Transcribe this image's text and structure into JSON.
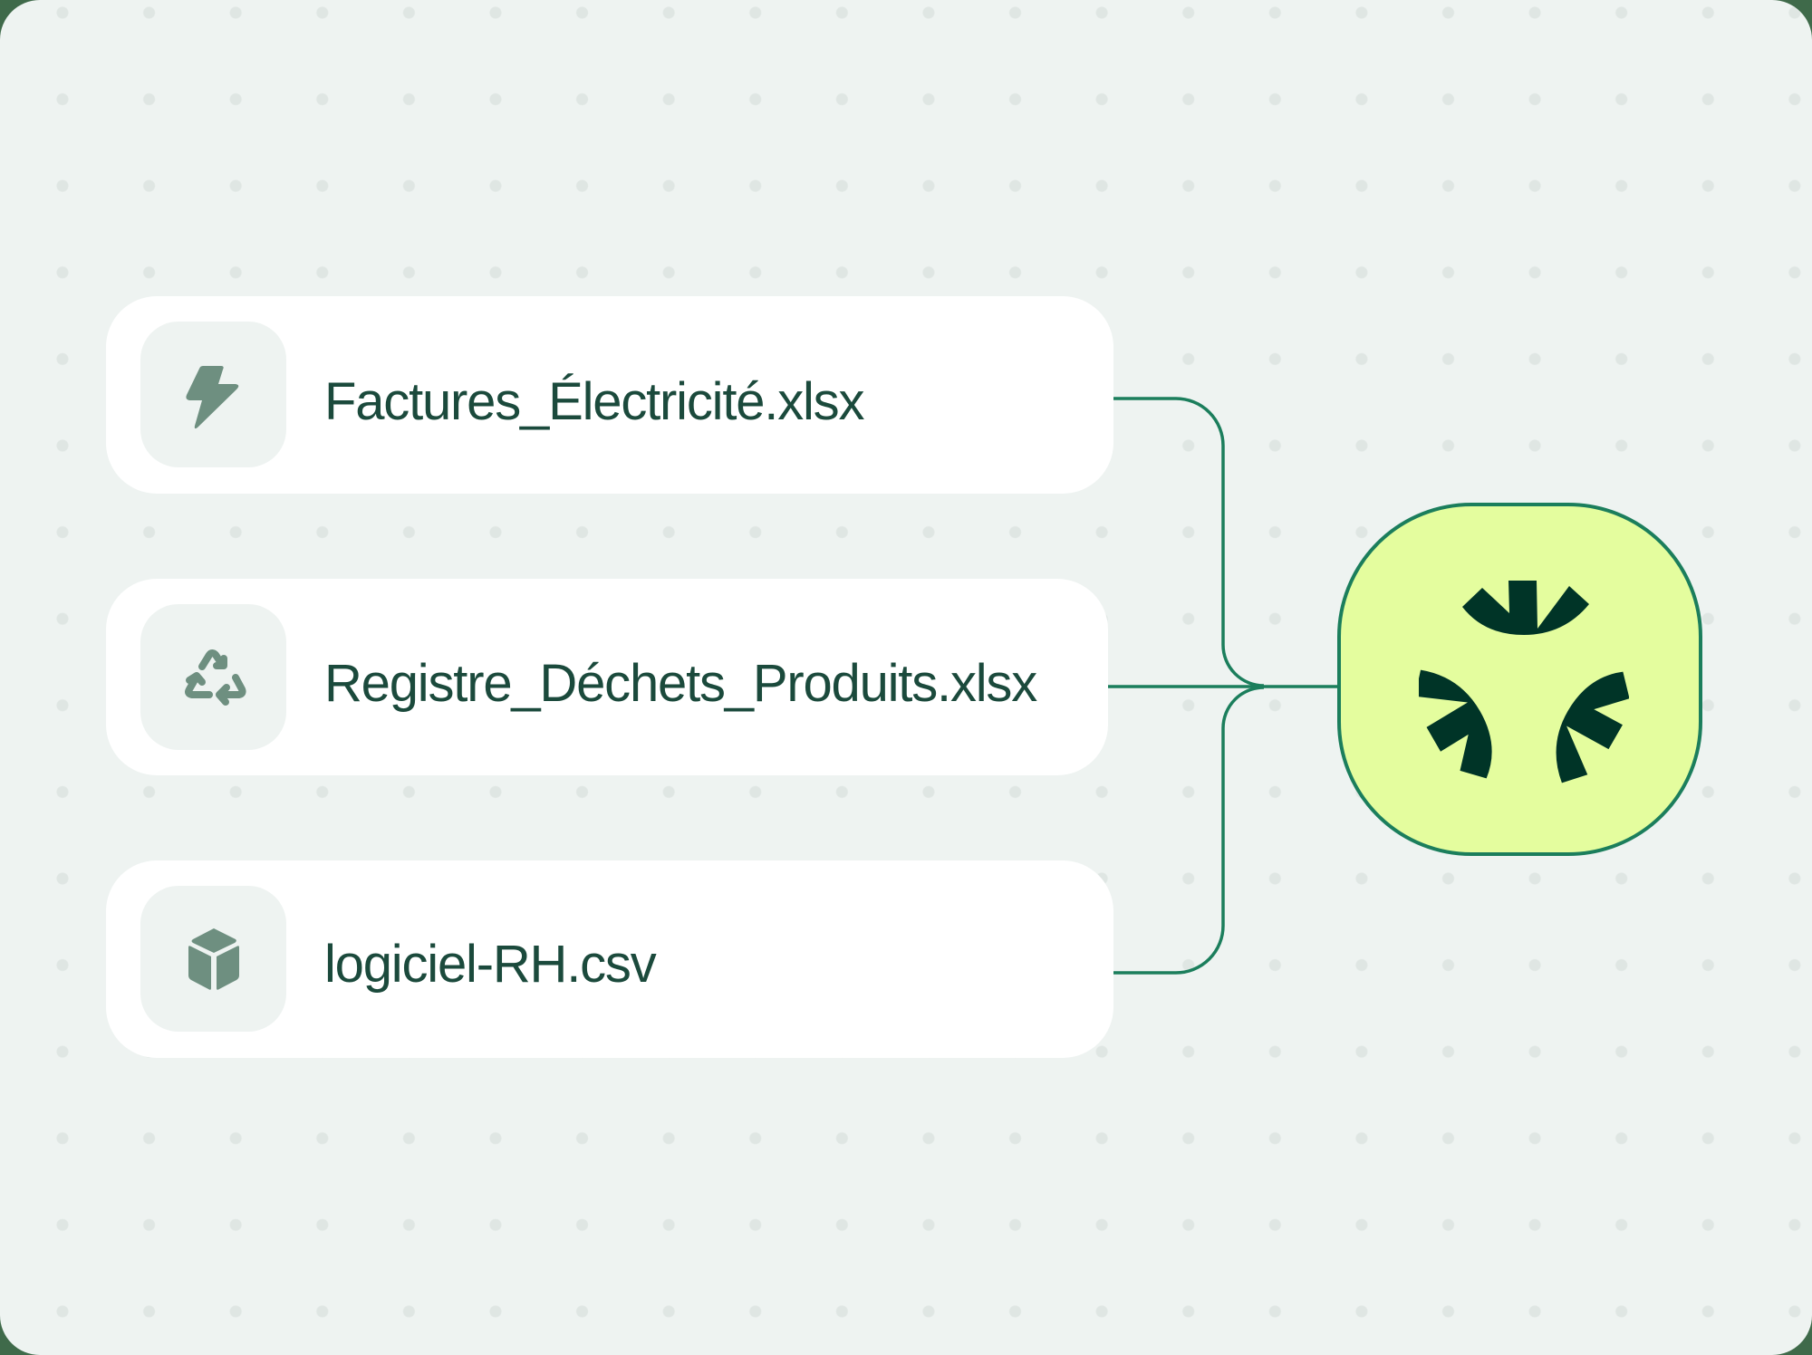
{
  "diagram": {
    "sources": [
      {
        "file_name": "Factures_Électricité.xlsx",
        "icon": "lightning-bolt-icon"
      },
      {
        "file_name": "Registre_Déchets_Produits.xlsx",
        "icon": "recycle-icon"
      },
      {
        "file_name": "logiciel-RH.csv",
        "icon": "cube-icon"
      }
    ],
    "target": {
      "icon": "brand-logo-icon"
    },
    "colors": {
      "background": "#eef3f1",
      "dot": "#dfe6e3",
      "card": "#ffffff",
      "icon_tile": "#eef3f1",
      "icon": "#6e8f80",
      "text": "#1b4a3c",
      "connector": "#1b7e5c",
      "hub_fill": "#e4fd9e",
      "hub_border": "#1b7e5c",
      "logo": "#003427"
    }
  }
}
